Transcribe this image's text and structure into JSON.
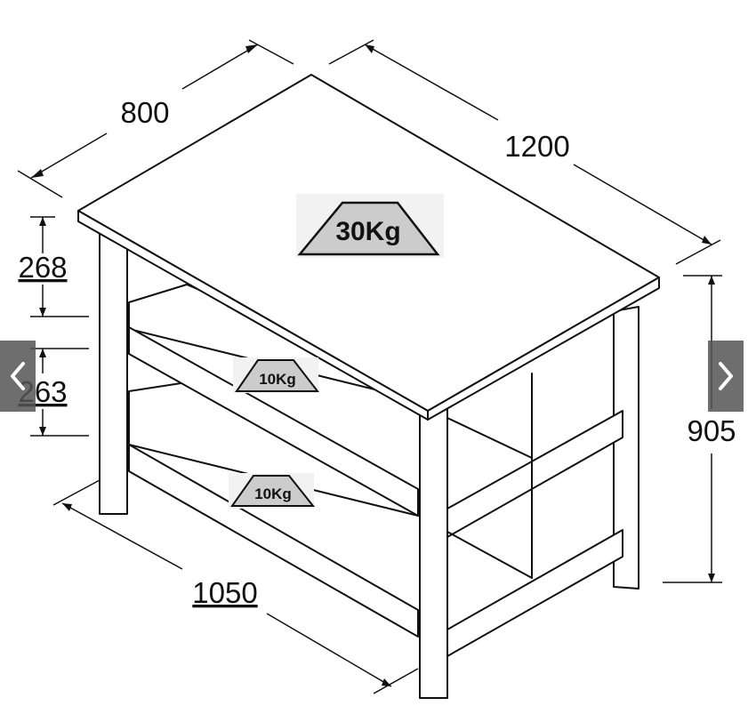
{
  "diagram": {
    "dimensions": {
      "top_depth": "800",
      "top_width": "1200",
      "upper_gap": "268",
      "middle_gap": "263",
      "height": "905",
      "bottom_length": "1050"
    },
    "loads": {
      "top": "30Kg",
      "middle_shelf": "10Kg",
      "bottom_shelf": "10Kg"
    },
    "colors": {
      "line": "#111111",
      "badge_fill": "#cccccc",
      "badge_bg": "#f2f2f2",
      "nav_button": "#555555"
    }
  },
  "navigation": {
    "prev_icon": "chevron-left-icon",
    "next_icon": "chevron-right-icon"
  }
}
